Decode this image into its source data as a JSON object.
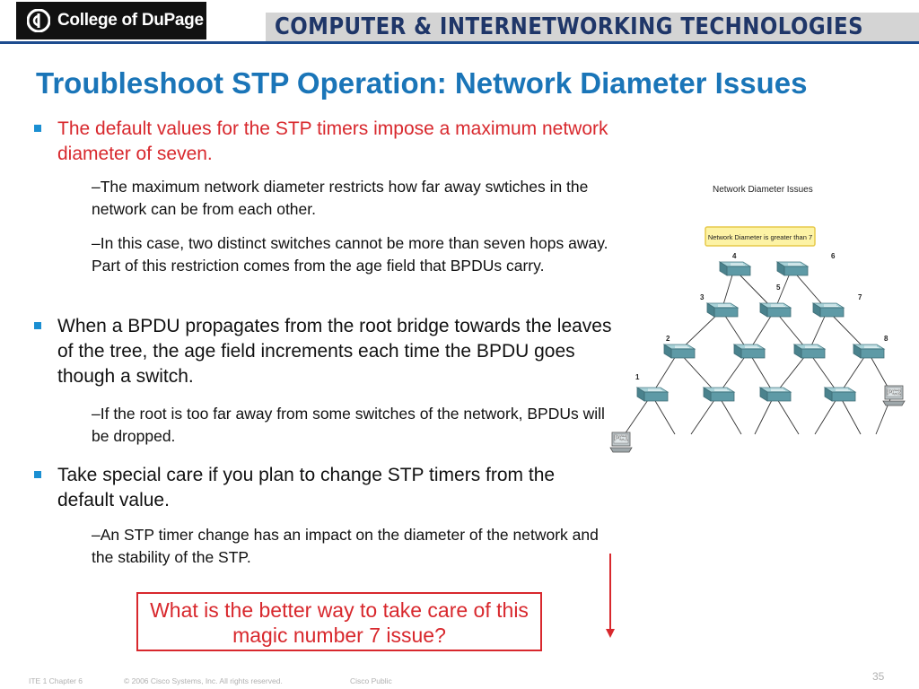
{
  "header": {
    "logo_text": "College of DuPage",
    "banner": "COMPUTER & INTERNETWORKING TECHNOLOGIES"
  },
  "title": "Troubleshoot STP Operation: Network Diameter Issues",
  "bullets": [
    {
      "text": "The default values for the STP timers impose a maximum network diameter of seven.",
      "subs": [
        "–The maximum network diameter restricts how far away swtiches in the network can be from each other.",
        "–In this case, two distinct switches cannot be more than seven hops away. Part of this restriction comes from the age field that BPDUs carry."
      ]
    },
    {
      "text": "When a BPDU propagates from the root bridge towards the leaves of the tree, the age field increments each time the BPDU goes though a switch.",
      "subs": [
        "–If the root is too far away from some switches of the network, BPDUs will be dropped."
      ]
    },
    {
      "text": "Take special care if you plan to change STP timers from the default value.",
      "subs": [
        "–An STP timer change has an impact on the diameter of the network and the stability of the STP."
      ]
    }
  ],
  "question": "What is the better way to take care of this magic number 7 issue?",
  "diagram": {
    "title": "Network Diameter Issues",
    "callout": "Network Diameter is greater than 7",
    "hop_labels": [
      "1",
      "2",
      "3",
      "4",
      "5",
      "6",
      "7",
      "8"
    ],
    "pc_left": "PC1",
    "pc_right": "PC2"
  },
  "footer": {
    "course": "ITE 1 Chapter 6",
    "copyright": "© 2006 Cisco Systems, Inc. All rights reserved.",
    "classification": "Cisco Public",
    "page_number": "35"
  },
  "colors": {
    "title_blue": "#1a75b8",
    "highlight_red": "#d8282d",
    "bullet_blue": "#1b8fd2",
    "banner_navy": "#1f3668"
  }
}
